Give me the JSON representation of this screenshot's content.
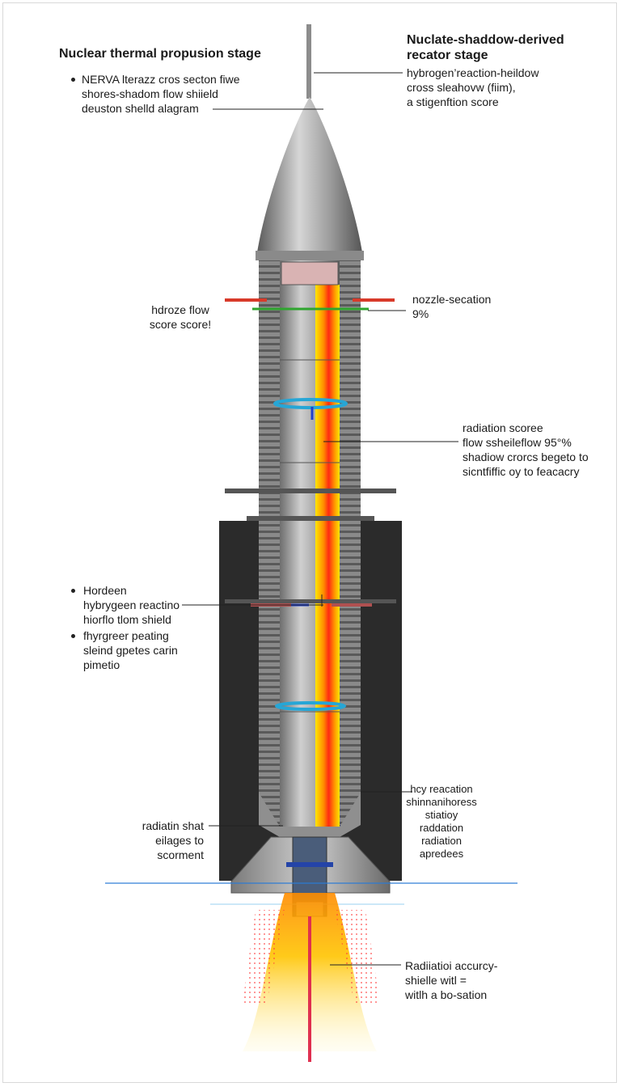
{
  "title_left": "Nuclear thermal  propusion stage",
  "title_right": [
    "Nuclate-shaddow-derived",
    "recator  stage"
  ],
  "left_top_label": [
    "NERVA  lterazz  cros  secton  fiwe",
    "shores-shadom flow shiield",
    "deuston shelld alagram"
  ],
  "right_top_label": [
    "hybrogen’reaction-heildow",
    "cross  sleahovw (fiim),",
    "a stigenftion score"
  ],
  "hydro_label": [
    "hdroze flow",
    "score score!"
  ],
  "nozzle_label": [
    "nozzle-secation",
    "9%"
  ],
  "radiation_label": [
    "radiation scoree",
    "flow ssheileflow 95°%",
    "shadiow crorcs begeto to",
    "sicntfiffic oy to feacacry"
  ],
  "bullet_label_1": [
    "Hordeen",
    "hybrygeen reactino",
    "hiorflo tlom shield"
  ],
  "bullet_label_2": [
    "fhyrgreer peating",
    "sleind gpetes carin",
    "pimetio"
  ],
  "right_bottom_label": [
    "hcy reacation",
    "shinnanihoress",
    "stiatioy",
    "raddation",
    "radiation",
    "apredees"
  ],
  "left_bottom_label": [
    "radiatin shat",
    "eilages to",
    "scorment"
  ],
  "exhaust_label": [
    "Radiiatioi accurcy-",
    "shielle witl =",
    "witlh  a bo-sation"
  ],
  "colors": {
    "metal": "#9a9a9a",
    "dark_block": "#2b2b2b",
    "hot_core": "#ff3b1f",
    "flame": "#ffd400",
    "coolant": "#2aa3d6"
  }
}
